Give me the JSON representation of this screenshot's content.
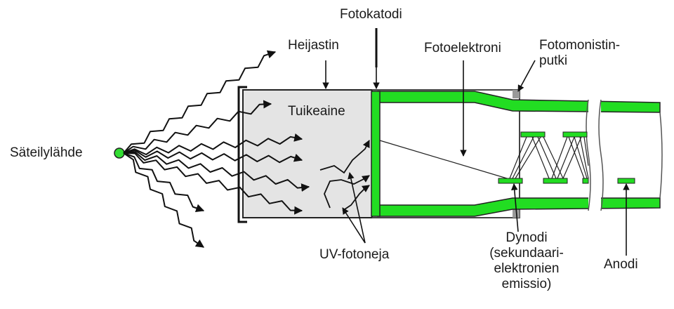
{
  "labels": {
    "source": "Säteilylähde",
    "reflector": "Heijastin",
    "photocathode": "Fotokatodi",
    "scintillator": "Tuikeaine",
    "photoelectron": "Fotoelektroni",
    "pmt_line1": "Fotomonistin-",
    "pmt_line2": "putki",
    "uv_photons": "UV-fotoneja",
    "dynode_line1": "Dynodi",
    "dynode_line2": "(sekundaari-",
    "dynode_line3": "elektronien",
    "dynode_line4": "emissio)",
    "anode": "Anodi"
  },
  "colors": {
    "tube_green": "#22dd22",
    "scintillator_fill": "#e4e4e4",
    "outline": "#222222",
    "source_dot": "#33dd33"
  }
}
